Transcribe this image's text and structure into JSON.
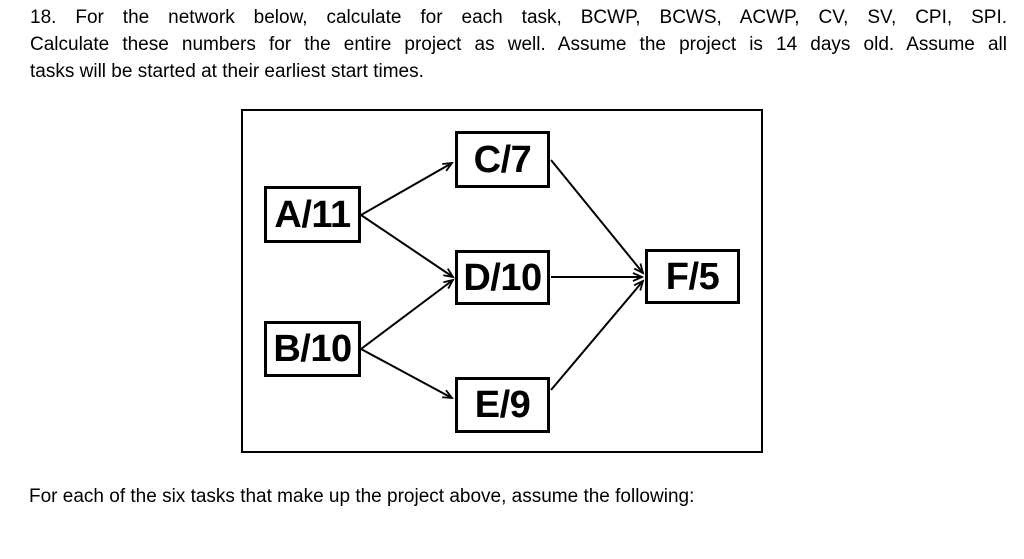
{
  "colors": {
    "background": "#ffffff",
    "text": "#000000",
    "line": "#000000"
  },
  "problem": {
    "lines": [
      "18. For the network below, calculate for each task, BCWP, BCWS, ACWP, CV, SV, CPI, SPI.",
      "Calculate these numbers for the entire project as well.  Assume the project is 14 days old.  Assume all",
      "tasks will be started at their earliest start times."
    ],
    "project_age_days": 14
  },
  "diagram": {
    "notation": "task/duration",
    "nodes": [
      {
        "id": "A",
        "label": "A/11",
        "task": "A",
        "duration": 11
      },
      {
        "id": "B",
        "label": "B/10",
        "task": "B",
        "duration": 10
      },
      {
        "id": "C",
        "label": "C/7",
        "task": "C",
        "duration": 7
      },
      {
        "id": "D",
        "label": "D/10",
        "task": "D",
        "duration": 10
      },
      {
        "id": "E",
        "label": "E/9",
        "task": "E",
        "duration": 9
      },
      {
        "id": "F",
        "label": "F/5",
        "task": "F",
        "duration": 5
      }
    ],
    "edges": [
      {
        "from": "A",
        "to": "C"
      },
      {
        "from": "A",
        "to": "D"
      },
      {
        "from": "B",
        "to": "D"
      },
      {
        "from": "B",
        "to": "E"
      },
      {
        "from": "C",
        "to": "F"
      },
      {
        "from": "D",
        "to": "F"
      },
      {
        "from": "E",
        "to": "F"
      }
    ]
  },
  "footer": {
    "text": "For each of the six tasks that make up the project above, assume the following:"
  }
}
